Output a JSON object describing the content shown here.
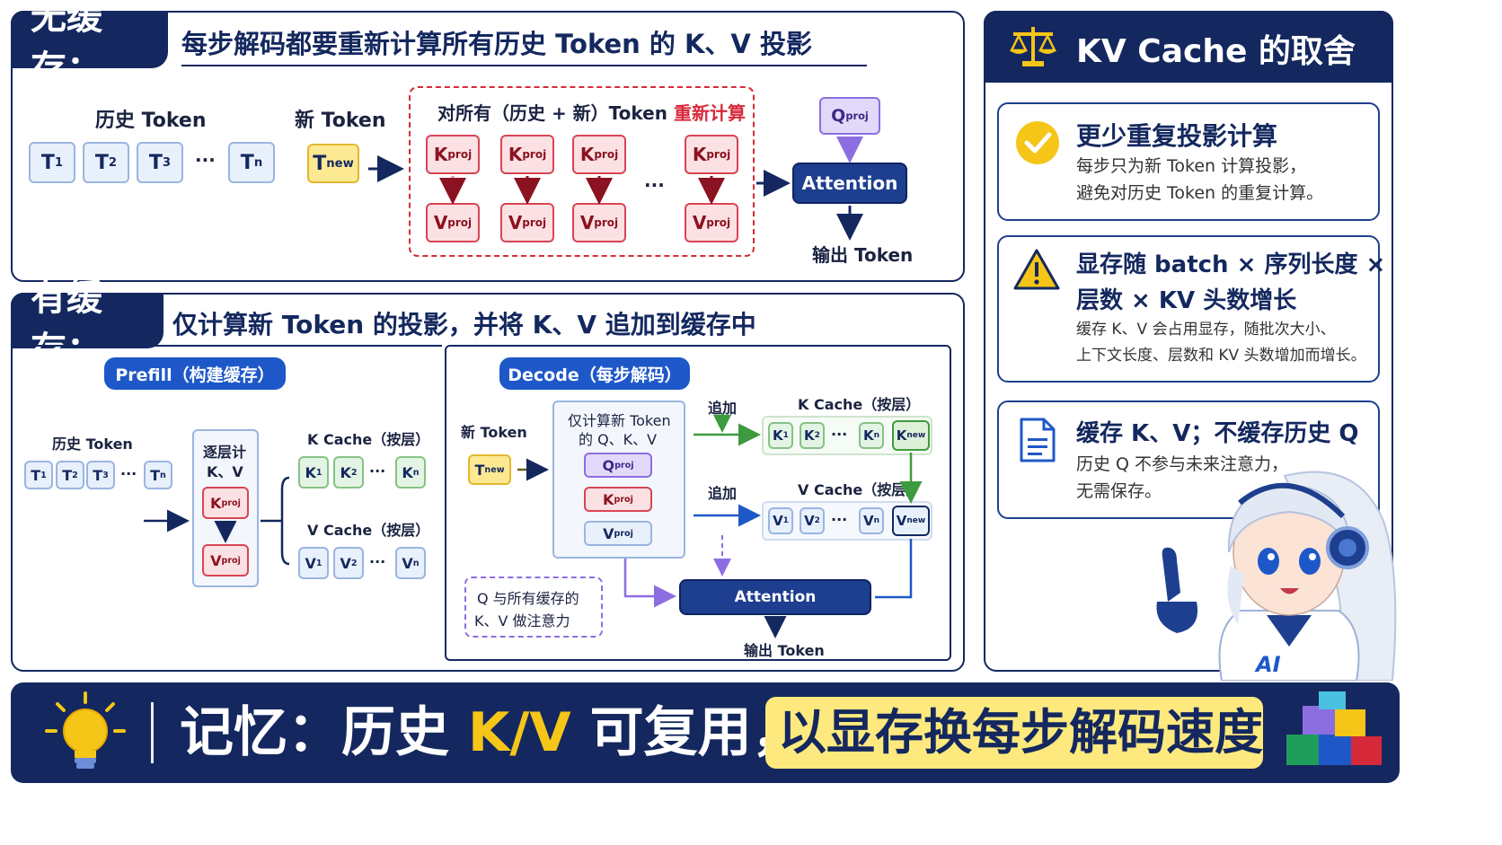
{
  "no_cache": {
    "tag": "无缓存：",
    "heading": "每步解码都要重新计算所有历史 Token 的 K、V 投影",
    "history_label": "历史 Token",
    "new_label": "新 Token",
    "recompute_prefix": "对所有（历史 + 新）Token ",
    "recompute_highlight": "重新计算",
    "attention": "Attention",
    "output": "输出 Token",
    "ellipsis": "···"
  },
  "with_cache": {
    "tag": "有缓存：",
    "heading": "仅计算新 Token 的投影，并将 K、V 追加到缓存中",
    "prefill": {
      "pill": "Prefill（构建缓存）",
      "history_label": "历史 Token",
      "per_layer": "逐层计",
      "per_layer2": "K、V",
      "k_cache": "K Cache（按层）",
      "v_cache": "V Cache（按层）"
    },
    "decode": {
      "pill": "Decode（每步解码）",
      "new_label": "新 Token",
      "only_new": "仅计算新 Token",
      "only_new2": "的 Q、K、V",
      "append1": "追加",
      "append2": "追加",
      "k_cache": "K Cache（按层）",
      "v_cache": "V Cache（按层）",
      "q_note1": "Q 与所有缓存的",
      "q_note2": "K、V 做注意力",
      "attention": "Attention",
      "output": "输出 Token"
    }
  },
  "sidebar": {
    "title": "KV Cache 的取舍",
    "cards": [
      {
        "title": "更少重复投影计算",
        "desc1": "每步只为新 Token 计算投影，",
        "desc2": "避免对历史 Token 的重复计算。"
      },
      {
        "title": "显存随 batch × 序列长度 ×",
        "title2": "层数 × KV 头数增长",
        "desc1": "缓存 K、V 会占用显存，随批次大小、",
        "desc2": "上下文长度、层数和 KV 头数增加而增长。"
      },
      {
        "title": "缓存 K、V；不缓存历史 Q",
        "desc1": "历史 Q 不参与未来注意力，",
        "desc2": "无需保存。"
      }
    ]
  },
  "bottom": {
    "prefix": "记忆：",
    "mid1": "历史 ",
    "kv": "K/V",
    "mid2": " 可复用，",
    "highlight": "以显存换每步解码速度"
  },
  "colors": {
    "navy": "#14285f",
    "red": "#d62a3a",
    "yellow": "#f5c518",
    "green": "#3e9a3e",
    "purple": "#8d6ee0"
  }
}
